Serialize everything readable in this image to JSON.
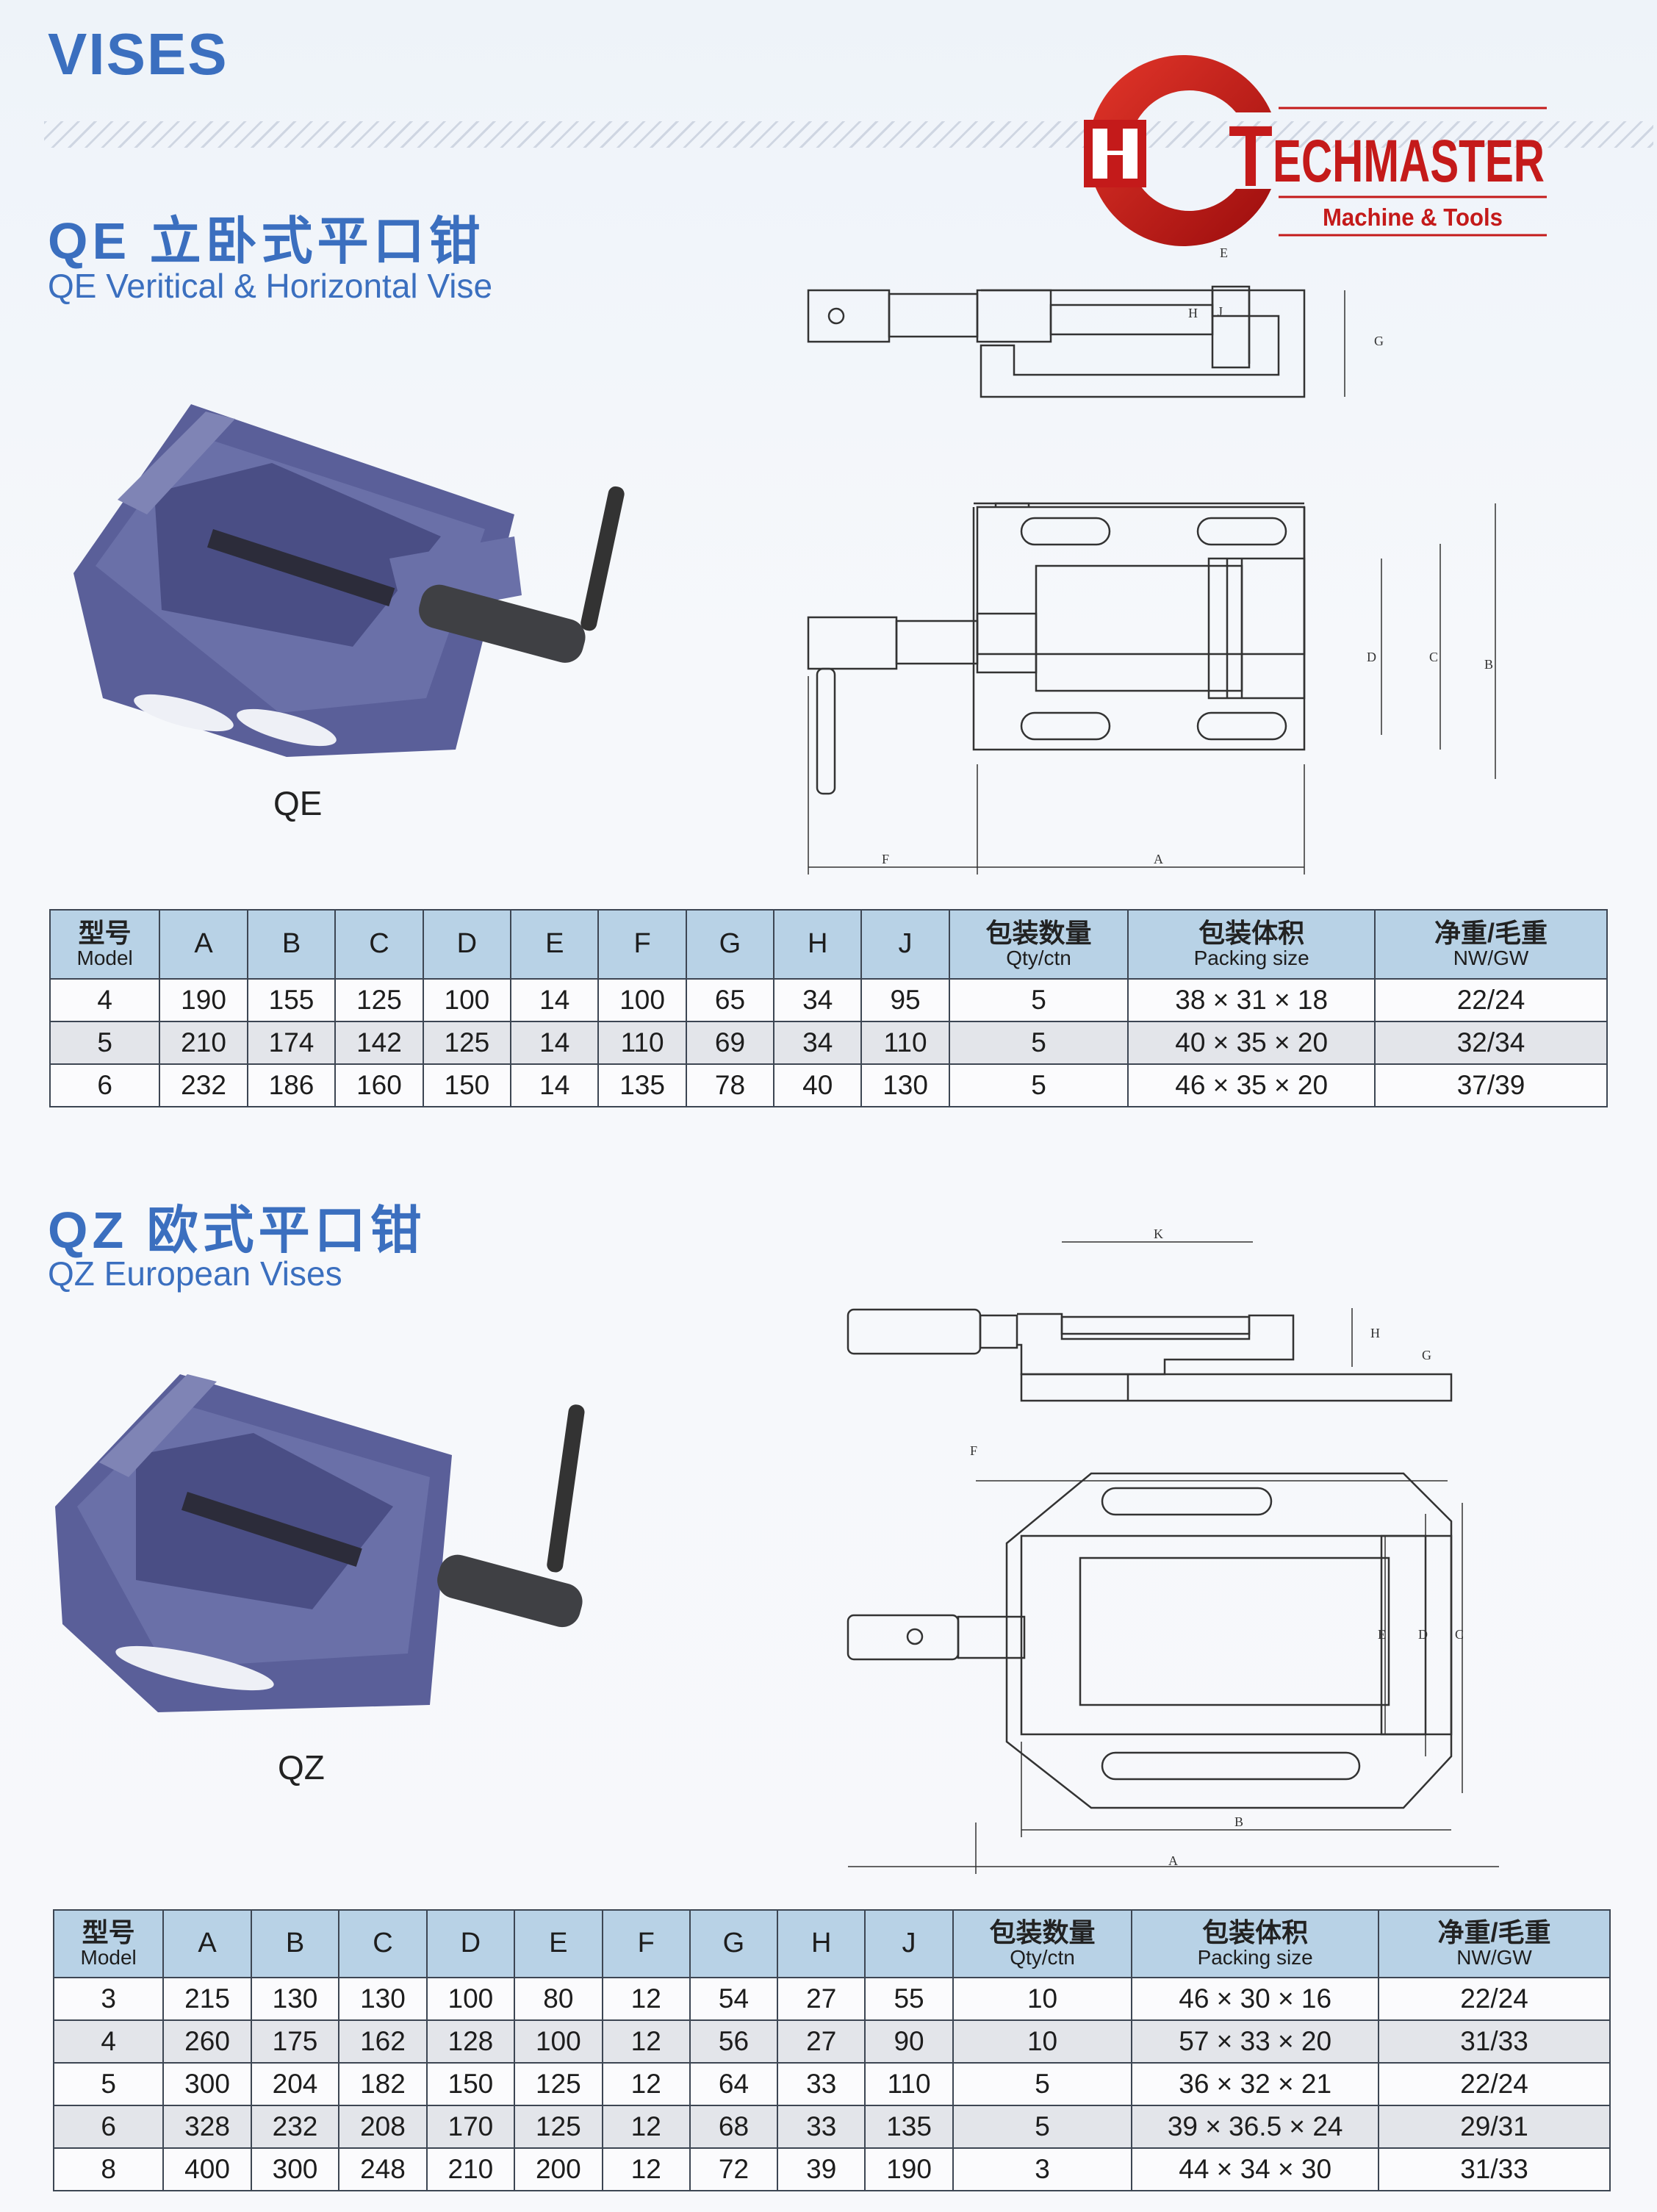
{
  "page_title": "VISES",
  "logo": {
    "brand": "TECHMASTER",
    "tagline": "Machine & Tools",
    "colors": {
      "red": "#c41a1a"
    }
  },
  "qe": {
    "title": "QE 立卧式平口钳",
    "subtitle": "QE Veritical & Horizontal Vise",
    "photo_label": "QE",
    "dimension_letters": [
      "G",
      "H",
      "J",
      "E",
      "D",
      "C",
      "B",
      "F",
      "A"
    ],
    "table": {
      "headers": [
        {
          "cn": "型号",
          "en": "Model"
        },
        {
          "en": "A"
        },
        {
          "en": "B"
        },
        {
          "en": "C"
        },
        {
          "en": "D"
        },
        {
          "en": "E"
        },
        {
          "en": "F"
        },
        {
          "en": "G"
        },
        {
          "en": "H"
        },
        {
          "en": "J"
        },
        {
          "cn": "包装数量",
          "en": "Qty/ctn"
        },
        {
          "cn": "包装体积",
          "en": "Packing size"
        },
        {
          "cn": "净重/毛重",
          "en": "NW/GW"
        }
      ],
      "rows": [
        [
          "4",
          "190",
          "155",
          "125",
          "100",
          "14",
          "100",
          "65",
          "34",
          "95",
          "5",
          "38 × 31 × 18",
          "22/24"
        ],
        [
          "5",
          "210",
          "174",
          "142",
          "125",
          "14",
          "110",
          "69",
          "34",
          "110",
          "5",
          "40 × 35 × 20",
          "32/34"
        ],
        [
          "6",
          "232",
          "186",
          "160",
          "150",
          "14",
          "135",
          "78",
          "40",
          "130",
          "5",
          "46 × 35 × 20",
          "37/39"
        ]
      ]
    }
  },
  "qz": {
    "title": "QZ 欧式平口钳",
    "subtitle": "QZ European Vises",
    "photo_label": "QZ",
    "dimension_letters": [
      "K",
      "H",
      "G",
      "F",
      "E",
      "D",
      "C",
      "B",
      "A"
    ],
    "table": {
      "headers": [
        {
          "cn": "型号",
          "en": "Model"
        },
        {
          "en": "A"
        },
        {
          "en": "B"
        },
        {
          "en": "C"
        },
        {
          "en": "D"
        },
        {
          "en": "E"
        },
        {
          "en": "F"
        },
        {
          "en": "G"
        },
        {
          "en": "H"
        },
        {
          "en": "J"
        },
        {
          "cn": "包装数量",
          "en": "Qty/ctn"
        },
        {
          "cn": "包装体积",
          "en": "Packing size"
        },
        {
          "cn": "净重/毛重",
          "en": "NW/GW"
        }
      ],
      "rows": [
        [
          "3",
          "215",
          "130",
          "130",
          "100",
          "80",
          "12",
          "54",
          "27",
          "55",
          "10",
          "46 × 30 × 16",
          "22/24"
        ],
        [
          "4",
          "260",
          "175",
          "162",
          "128",
          "100",
          "12",
          "56",
          "27",
          "90",
          "10",
          "57 × 33 × 20",
          "31/33"
        ],
        [
          "5",
          "300",
          "204",
          "182",
          "150",
          "125",
          "12",
          "64",
          "33",
          "110",
          "5",
          "36 × 32 × 21",
          "22/24"
        ],
        [
          "6",
          "328",
          "232",
          "208",
          "170",
          "125",
          "12",
          "68",
          "33",
          "135",
          "5",
          "39 × 36.5 × 24",
          "29/31"
        ],
        [
          "8",
          "400",
          "300",
          "248",
          "210",
          "200",
          "12",
          "72",
          "39",
          "190",
          "3",
          "44 × 34 × 30",
          "31/33"
        ]
      ]
    }
  }
}
